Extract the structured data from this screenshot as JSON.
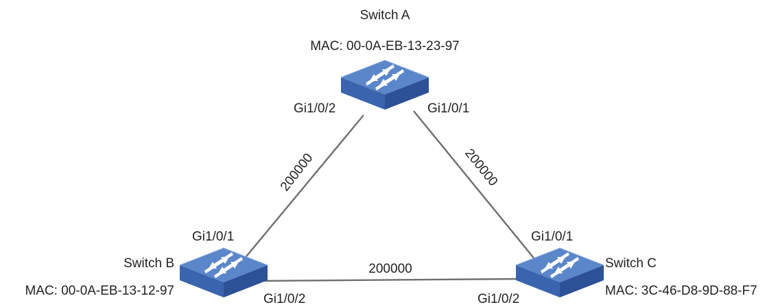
{
  "switches": {
    "a": {
      "name": "Switch A",
      "mac": "MAC: 00-0A-EB-13-23-97"
    },
    "b": {
      "name": "Switch B",
      "mac": "MAC: 00-0A-EB-13-12-97"
    },
    "c": {
      "name": "Switch C",
      "mac": "MAC: 3C-46-D8-9D-88-F7"
    }
  },
  "ports": {
    "a_left": "Gi1/0/2",
    "a_right": "Gi1/0/1",
    "b_top": "Gi1/0/1",
    "b_bottom": "Gi1/0/2",
    "c_top": "Gi1/0/1",
    "c_bottom": "Gi1/0/2"
  },
  "links": {
    "a_b_cost": "200000",
    "a_c_cost": "200000",
    "b_c_cost": "200000"
  },
  "colors": {
    "switch_top": "#5b86c9",
    "switch_front": "#3a64ad",
    "switch_side": "#2d5196",
    "link": "#6e6e6e"
  }
}
